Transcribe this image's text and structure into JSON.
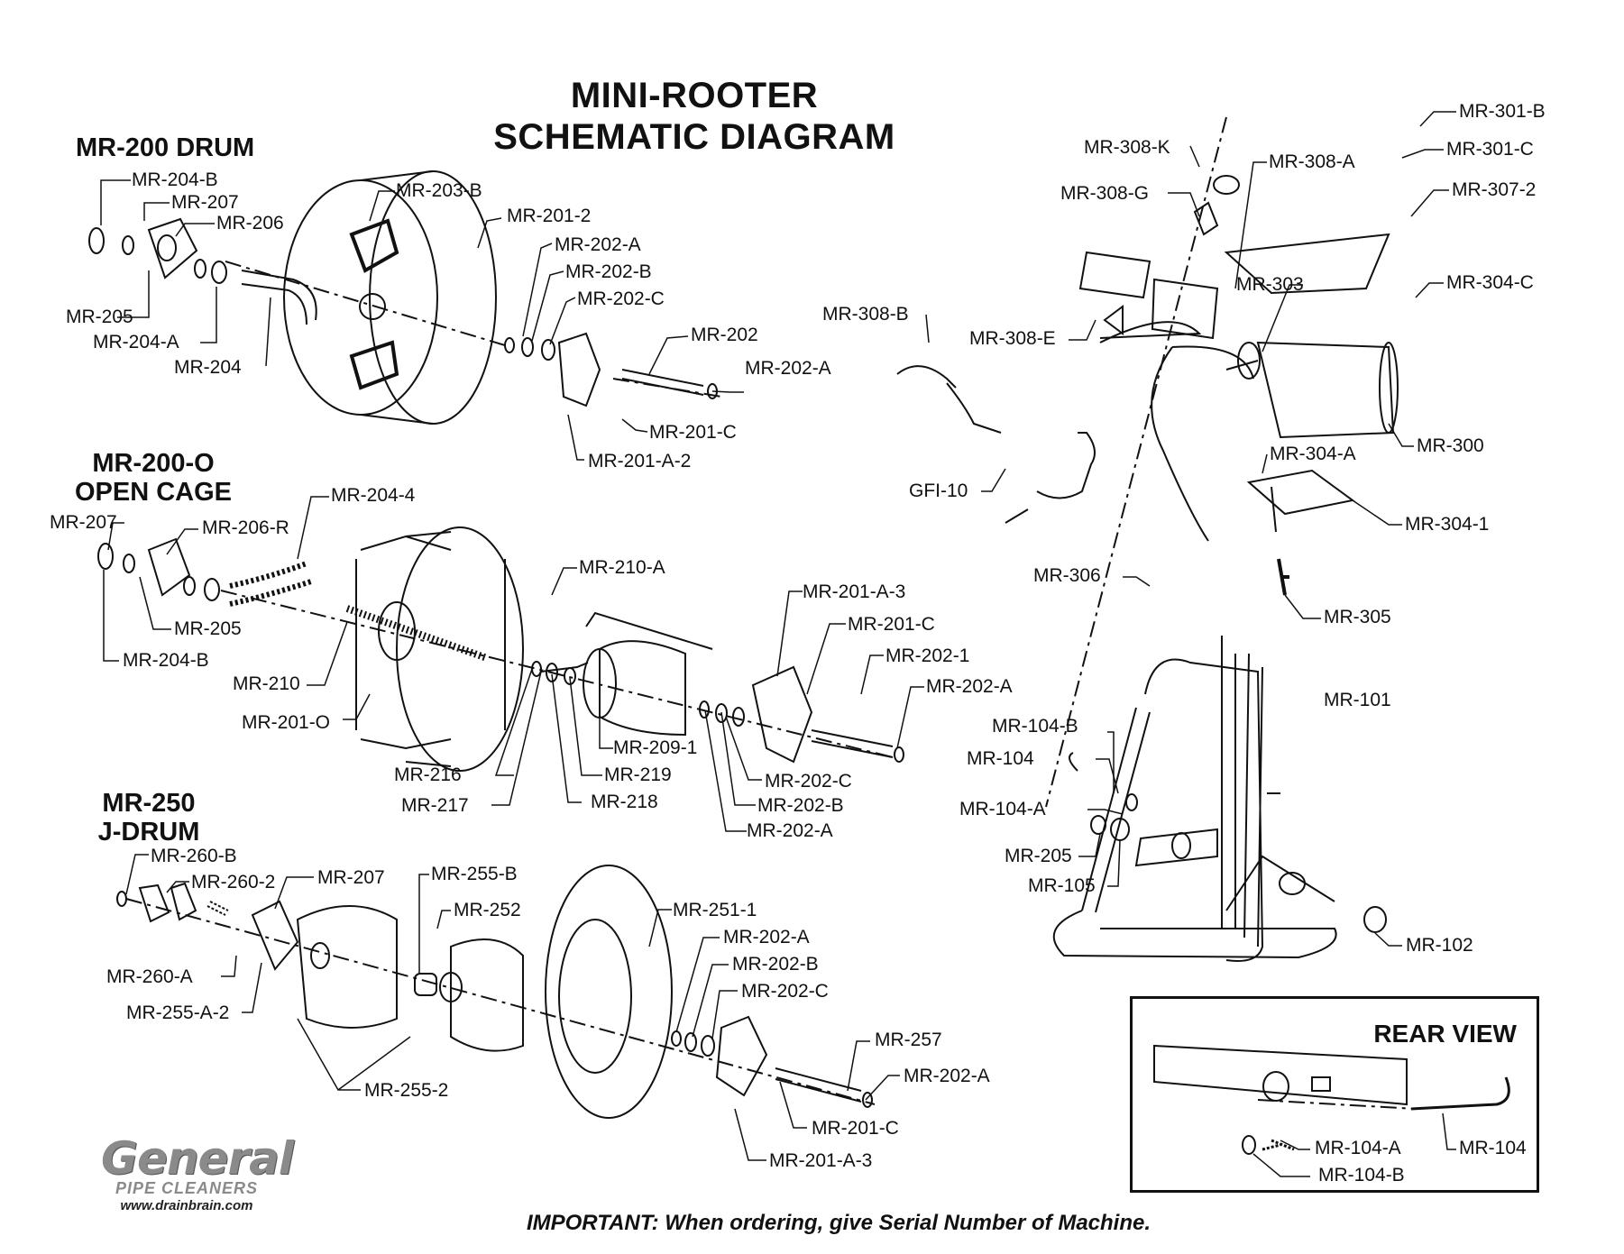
{
  "title": {
    "line1": "MINI-ROOTER",
    "line2": "SCHEMATIC DIAGRAM"
  },
  "sections": {
    "drum": "MR-200 DRUM",
    "open_cage_1": "MR-200-O",
    "open_cage_2": "OPEN CAGE",
    "jdrum_1": "MR-250",
    "jdrum_2": "J-DRUM"
  },
  "labels": {
    "mr204b_a": "MR-204-B",
    "mr207_a": "MR-207",
    "mr206": "MR-206",
    "mr205_a": "MR-205",
    "mr204a_a": "MR-204-A",
    "mr204": "MR-204",
    "mr203b": "MR-203-B",
    "mr2012": "MR-201-2",
    "mr202a_1": "MR-202-A",
    "mr202b_1": "MR-202-B",
    "mr202c_1": "MR-202-C",
    "mr202": "MR-202",
    "mr202a_2": "MR-202-A",
    "mr201c_1": "MR-201-C",
    "mr201a2": "MR-201-A-2",
    "mr207_b": "MR-207",
    "mr206r": "MR-206-R",
    "mr2044": "MR-204-4",
    "mr205_b": "MR-205",
    "mr204b_b": "MR-204-B",
    "mr210": "MR-210",
    "mr201o": "MR-201-O",
    "mr210a": "MR-210-A",
    "mr201a3_1": "MR-201-A-3",
    "mr201c_2": "MR-201-C",
    "mr2021": "MR-202-1",
    "mr202a_3": "MR-202-A",
    "mr216": "MR-216",
    "mr217": "MR-217",
    "mr2091": "MR-209-1",
    "mr219": "MR-219",
    "mr218": "MR-218",
    "mr202c_2": "MR-202-C",
    "mr202b_2": "MR-202-B",
    "mr202a_4": "MR-202-A",
    "mr260b": "MR-260-B",
    "mr2602": "MR-260-2",
    "mr207_c": "MR-207",
    "mr255b": "MR-255-B",
    "mr252": "MR-252",
    "mr2511": "MR-251-1",
    "mr202a_5": "MR-202-A",
    "mr202b_3": "MR-202-B",
    "mr202c_3": "MR-202-C",
    "mr260a": "MR-260-A",
    "mr255a2": "MR-255-A-2",
    "mr2552": "MR-255-2",
    "mr257": "MR-257",
    "mr202a_6": "MR-202-A",
    "mr201c_3": "MR-201-C",
    "mr201a3_2": "MR-201-A-3",
    "mr308k": "MR-308-K",
    "mr308a": "MR-308-A",
    "mr308g": "MR-308-G",
    "mr301b": "MR-301-B",
    "mr301c": "MR-301-C",
    "mr3072": "MR-307-2",
    "mr308b": "MR-308-B",
    "mr308e": "MR-308-E",
    "mr303": "MR-303",
    "mr304c": "MR-304-C",
    "mr300": "MR-300",
    "mr304a": "MR-304-A",
    "mr3041": "MR-304-1",
    "gfi10": "GFI-10",
    "mr306": "MR-306",
    "mr305": "MR-305",
    "mr101": "MR-101",
    "mr104b_a": "MR-104-B",
    "mr104_a": "MR-104",
    "mr104a_a": "MR-104-A",
    "mr205_c": "MR-205",
    "mr105": "MR-105",
    "mr102": "MR-102",
    "mr104a_b": "MR-104-A",
    "mr104b_b": "MR-104-B",
    "mr104_b": "MR-104"
  },
  "rear_view": {
    "title": "REAR VIEW"
  },
  "logo": {
    "name": "General",
    "tagline": "PIPE CLEANERS",
    "url": "www.drainbrain.com"
  },
  "footer": {
    "important": "IMPORTANT: When ordering, give Serial Number of Machine."
  }
}
